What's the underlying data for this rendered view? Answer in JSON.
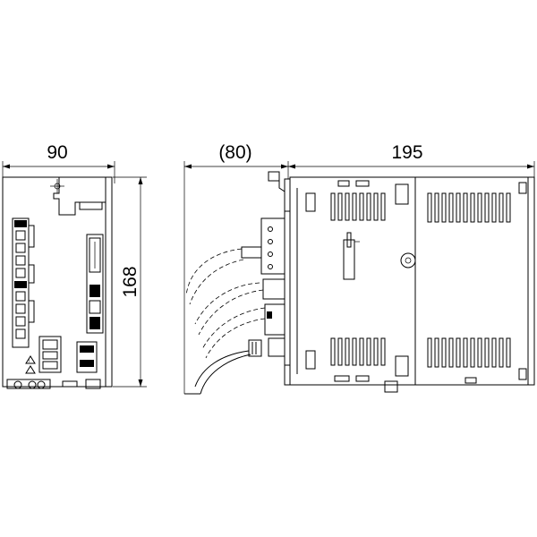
{
  "dimensions": {
    "front_width": "90",
    "height": "168",
    "cable_clearance": "(80)",
    "depth": "195"
  }
}
